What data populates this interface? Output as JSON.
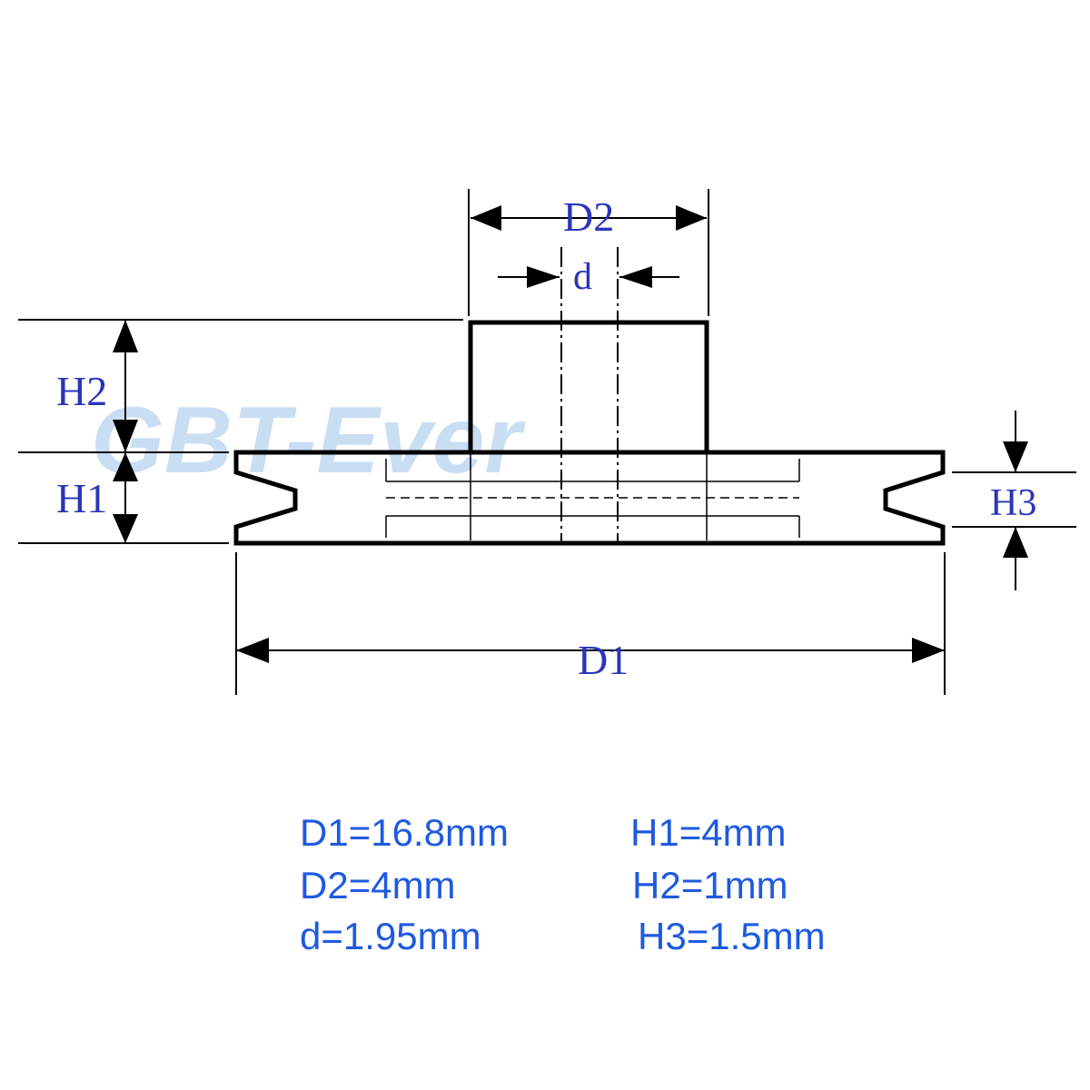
{
  "watermark": "GBT-Ever",
  "labels": {
    "D2": "D2",
    "d": "d",
    "H2": "H2",
    "H1": "H1",
    "H3": "H3",
    "D1": "D1"
  },
  "specs": {
    "left": [
      "D1=16.8mm",
      "D2=4mm",
      "d=1.95mm"
    ],
    "right": [
      "H1=4mm",
      "H2=1mm",
      "H3=1.5mm"
    ]
  },
  "colors": {
    "line": "#000000",
    "dimension_label": "#2a35b8",
    "spec_text": "#1e5ae0",
    "watermark": "#9fc4ea"
  }
}
